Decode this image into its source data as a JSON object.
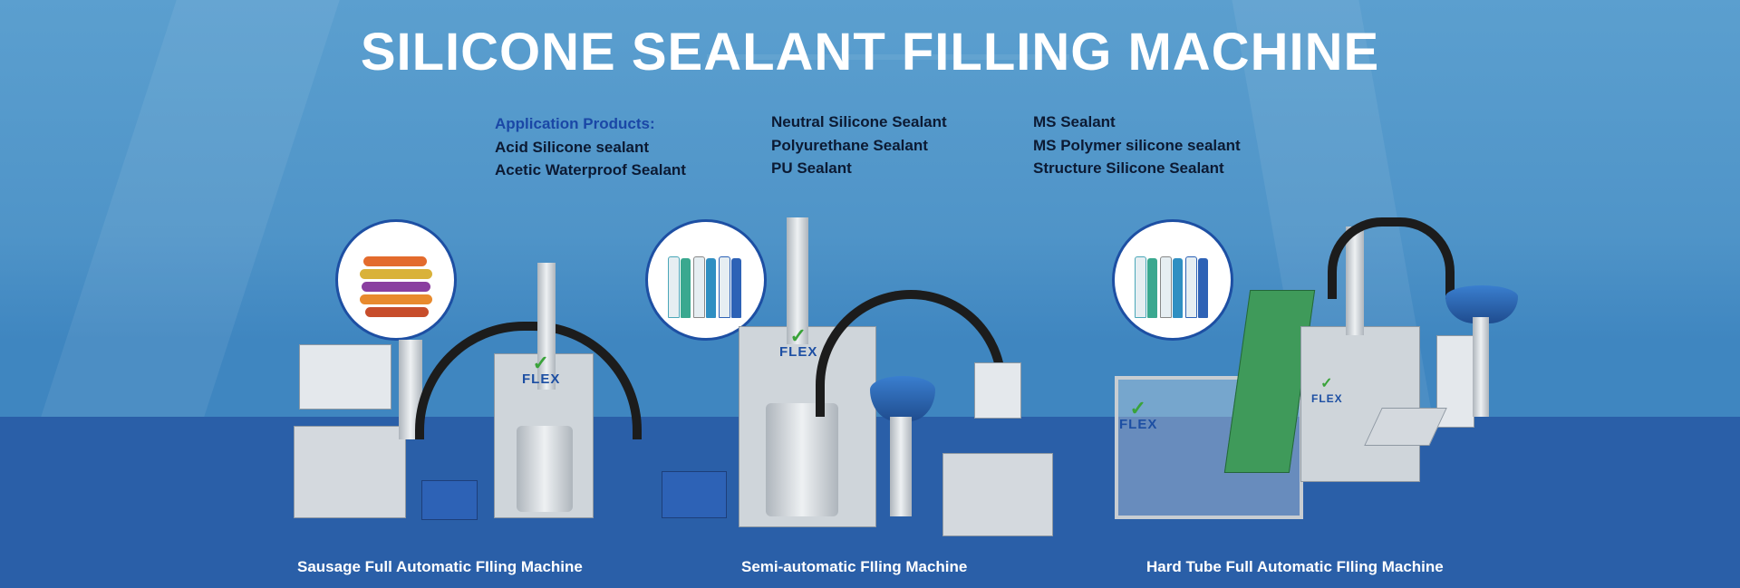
{
  "banner": {
    "title": "SILICONE SEALANT FILLING MACHINE",
    "applications": {
      "heading": "Application Products:",
      "column1": [
        "Acid Silicone sealant",
        "Acetic Waterproof Sealant"
      ],
      "column2": [
        "Neutral Silicone Sealant",
        "Polyurethane Sealant",
        "PU Sealant"
      ],
      "column3": [
        "MS Sealant",
        "MS Polymer silicone sealant",
        "Structure Silicone Sealant"
      ]
    },
    "machines": [
      {
        "caption": "Sausage Full Automatic FIling Machine",
        "logo": "FLEX"
      },
      {
        "caption": "Semi-automatic FIling Machine",
        "logo": "FLEX"
      },
      {
        "caption": "Hard Tube Full Automatic FIling Machine",
        "logo": "FLEX"
      }
    ],
    "colors": {
      "accent": "#1d4fa3",
      "brand_green": "#3aa33a",
      "lower_band": "#2a5fa8"
    }
  }
}
